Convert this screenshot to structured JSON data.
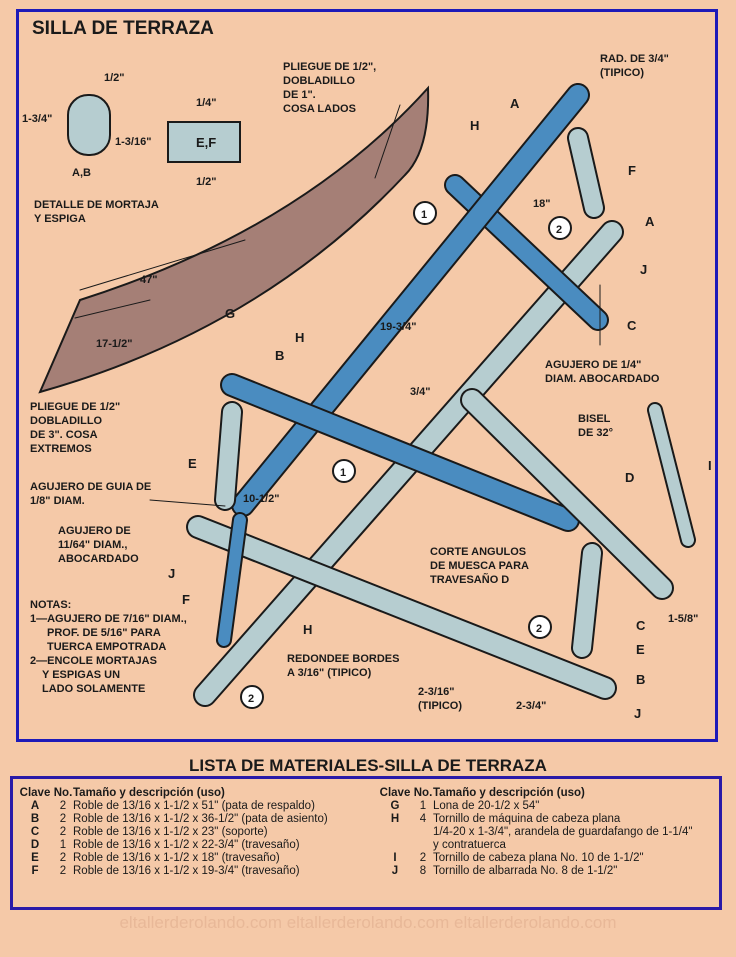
{
  "title": "SILLA DE TERRAZA",
  "labels": {
    "half1": "1/2\"",
    "three_quarter1": "1-3/4\"",
    "ab": "A,B",
    "three16": "1-3/16\"",
    "ef": "E,F",
    "quarter": "1/4\"",
    "half2": "1/2\"",
    "mortise1": "DETALLE DE MORTAJA",
    "mortise2": "Y ESPIGA",
    "hem1a": "PLIEGUE DE 1/2\",",
    "hem1b": "DOBLADILLO",
    "hem1c": "DE 1\".",
    "hem1d": "COSA LADOS",
    "d47": "47\"",
    "g": "G",
    "d17": "17-1/2\"",
    "hem2a": "PLIEGUE DE 1/2\"",
    "hem2b": "DOBLADILLO",
    "hem2c": "DE 3\". COSA",
    "hem2d": "EXTREMOS",
    "guide1": "AGUJERO DE GUIA DE",
    "guide2": "1/8\" DIAM.",
    "hole1": "AGUJERO DE",
    "hole2": "11/64\" DIAM.,",
    "hole3": "ABOCARDADO",
    "notes": "NOTAS:",
    "n1a": "1—AGUJERO DE 7/16\" DIAM.,",
    "n1b": "PROF. DE 5/16\" PARA",
    "n1c": "TUERCA EMPOTRADA",
    "n2a": "2—ENCOLE MORTAJAS",
    "n2b": "Y ESPIGAS UN",
    "n2c": "LADO SOLAMENTE",
    "rad1": "RAD. DE 3/4\"",
    "rad2": "(TIPICO)",
    "a": "A",
    "b": "B",
    "c": "C",
    "d": "D",
    "e": "E",
    "f": "F",
    "h": "H",
    "i": "I",
    "j": "J",
    "d18": "18\"",
    "d19": "19-3/4\"",
    "d34": "3/4\"",
    "d10": "10-1/2\"",
    "q1": "AGUJERO DE 1/4\"",
    "q2": "DIAM. ABOCARDADO",
    "bev1": "BISEL",
    "bev2": "DE 32°",
    "cut1": "CORTE ANGULOS",
    "cut2": "DE MUESCA PARA",
    "cut3": "TRAVESAÑO D",
    "round1": "REDONDEE BORDES",
    "round2": "A 3/16\" (TIPICO)",
    "d2316": "2-3/16\"",
    "tip": "(TIPICO)",
    "d234": "2-3/4\"",
    "d158": "1-5/8\"",
    "one": "1",
    "two": "2"
  },
  "materials_title": "LISTA DE MATERIALES-SILLA DE TERRAZA",
  "headers": {
    "key": "Clave",
    "no": "No.",
    "desc": "Tamaño y descripción (uso)"
  },
  "left_items": [
    {
      "key": "A",
      "no": "2",
      "desc": "Roble de 13/16 x 1-1/2 x 51\" (pata de respaldo)"
    },
    {
      "key": "B",
      "no": "2",
      "desc": "Roble de 13/16 x 1-1/2 x 36-1/2\" (pata de asiento)"
    },
    {
      "key": "C",
      "no": "2",
      "desc": "Roble de 13/16 x 1-1/2 x 23\" (soporte)"
    },
    {
      "key": "D",
      "no": "1",
      "desc": "Roble de 13/16 x 1-1/2 x 22-3/4\" (travesaño)"
    },
    {
      "key": "E",
      "no": "2",
      "desc": "Roble de 13/16 x 1-1/2 x 18\" (travesaño)"
    },
    {
      "key": "F",
      "no": "2",
      "desc": "Roble de 13/16 x 1-1/2 x 19-3/4\" (travesaño)"
    }
  ],
  "right_items": [
    {
      "key": "G",
      "no": "1",
      "desc": "Lona de 20-1/2 x 54\""
    },
    {
      "key": "H",
      "no": "4",
      "desc": "Tornillo de máquina de cabeza plana"
    },
    {
      "key": "",
      "no": "",
      "desc": "1/4-20 x 1-3/4\", arandela de guardafango de 1-1/4\""
    },
    {
      "key": "",
      "no": "",
      "desc": "y contratuerca"
    },
    {
      "key": "I",
      "no": "2",
      "desc": "Tornillo de cabeza plana No. 10 de 1-1/2\""
    },
    {
      "key": "J",
      "no": "8",
      "desc": "Tornillo de albarrada No. 8 de 1-1/2\""
    }
  ],
  "watermark": "eltallerderolando.com eltallerderolando.com eltallerderolando.com",
  "colors": {
    "blue": "#4a8cc0",
    "light": "#b6cdd0",
    "canvas": "#a57f76",
    "frame": "#1d1ab8"
  }
}
